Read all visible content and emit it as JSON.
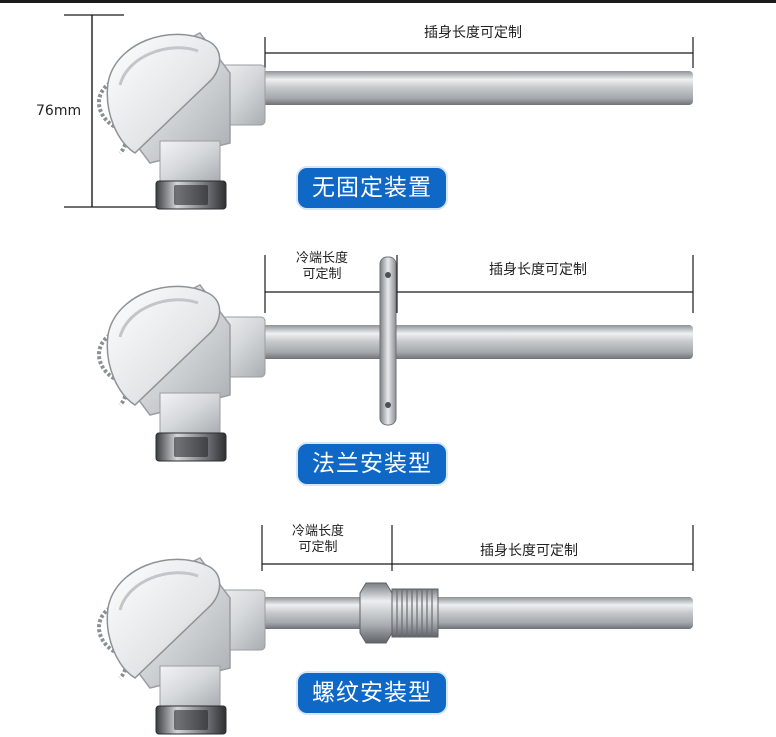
{
  "panel1": {
    "height_label": "76mm",
    "insertion_label": "插身长度可定制",
    "badge": "无固定装置"
  },
  "panel2": {
    "cold_label_line1": "冷端长度",
    "cold_label_line2": "可定制",
    "insertion_label": "插身长度可定制",
    "badge": "法兰安装型"
  },
  "panel3": {
    "cold_label_line1": "冷端长度",
    "cold_label_line2": "可定制",
    "insertion_label": "插身长度可定制",
    "badge": "螺纹安装型"
  },
  "colors": {
    "badge_background": "#0f67c6",
    "badge_text": "#ffffff",
    "dimension_lines": "#1a1a1a"
  }
}
